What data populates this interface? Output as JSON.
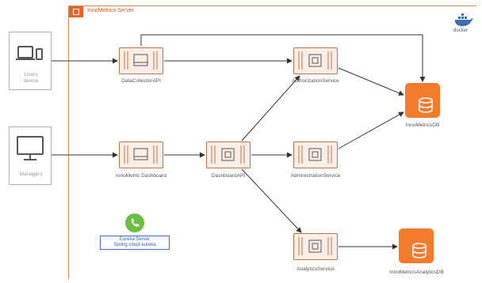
{
  "group": {
    "title": "InnoMetrics-Server"
  },
  "actors": {
    "users_device": {
      "label_line1": "Users",
      "label_line2": "device"
    },
    "managers": {
      "label": "Managers"
    }
  },
  "components": {
    "data_collector_api": "DataCollectorAPI",
    "innometric_dashboard": "InnoMetric Dashboard",
    "dashboard_api": "DashboardAPI",
    "authorization_service": "AuthorizationService",
    "administration_service": "AdministrationService",
    "analytics_service": "AnalyticsService"
  },
  "databases": {
    "innometrics_db": "InnoMetricsDB",
    "innometrics_analytics_db": "InnoMetricsAnalyticsDB"
  },
  "docker": {
    "label": "docker"
  },
  "eureka": {
    "line1": "Eureka Server",
    "line2": "Spring cloud eureka"
  },
  "colors": {
    "accent": "#e8632a",
    "component_border": "#c0714a",
    "component_fill": "#fbeee6",
    "db": "#f37b2c",
    "arrow": "#333333",
    "eureka": "#6cbf45"
  }
}
